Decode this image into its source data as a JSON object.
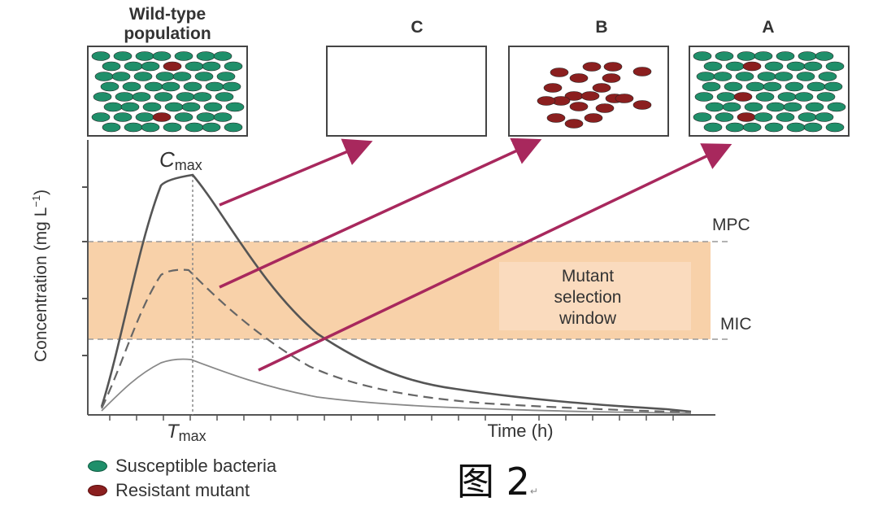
{
  "colors": {
    "susceptible": "#1f8f6a",
    "resistant": "#8b1f1f",
    "window_fill": "#f7c99a",
    "arrow": "#a8285d",
    "curve": "#555555"
  },
  "panels": {
    "wild": {
      "title_line1": "Wild-type",
      "title_line2": "population"
    },
    "c": {
      "title": "C"
    },
    "b": {
      "title": "B"
    },
    "a": {
      "title": "A"
    }
  },
  "graph": {
    "ylabel": "Concentration (mg L",
    "ylabel_sup": "−1",
    "ylabel_end": ")",
    "xlabel": "Time (h)",
    "cmax_main": "C",
    "cmax_sub": "max",
    "tmax_main": "T",
    "tmax_sub": "max",
    "mpc": "MPC",
    "mic": "MIC",
    "window_line1": "Mutant",
    "window_line2": "selection",
    "window_line3": "window"
  },
  "legend": {
    "susceptible": "Susceptible bacteria",
    "resistant": "Resistant mutant"
  },
  "caption": {
    "text": "图 2",
    "mark": "↵"
  }
}
